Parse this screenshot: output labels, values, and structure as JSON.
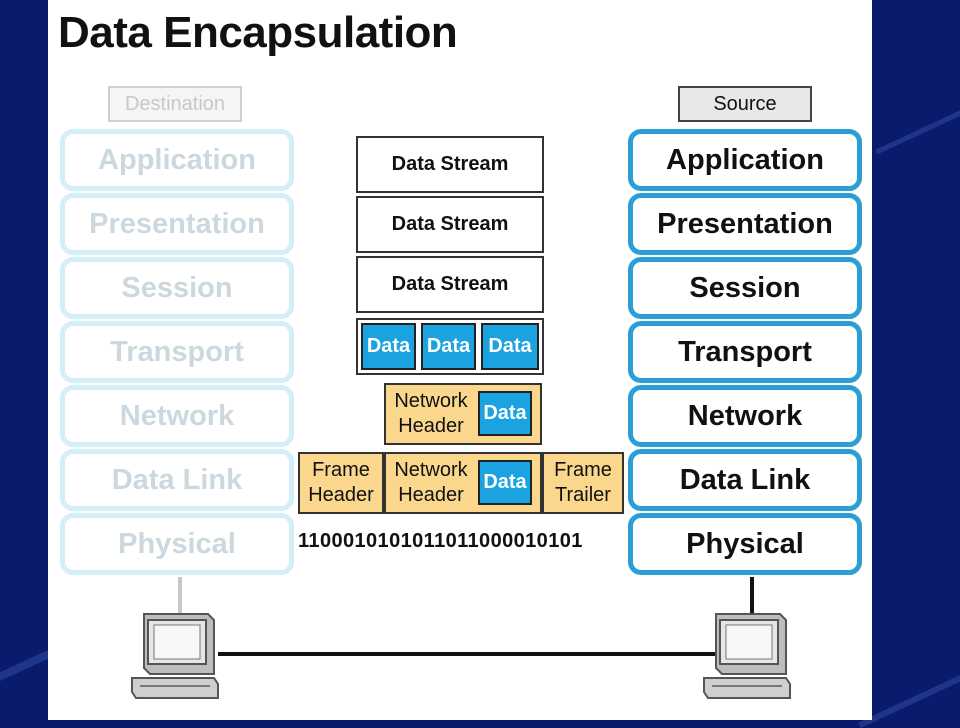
{
  "title": "Data Encapsulation",
  "destination": {
    "label": "Destination",
    "layers": [
      "Application",
      "Presentation",
      "Session",
      "Transport",
      "Network",
      "Data Link",
      "Physical"
    ]
  },
  "source": {
    "label": "Source",
    "layers": [
      "Application",
      "Presentation",
      "Session",
      "Transport",
      "Network",
      "Data Link",
      "Physical"
    ]
  },
  "pdus": {
    "stream": [
      "Data Stream",
      "Data Stream",
      "Data Stream"
    ],
    "segments": [
      "Data",
      "Data",
      "Data"
    ],
    "packet": {
      "header": "Network Header",
      "data": "Data"
    },
    "frame": {
      "frame_header": "Frame Header",
      "network_header": "Network Header",
      "data": "Data",
      "trailer": "Frame Trailer"
    },
    "bits": "1100010101011011000010101"
  },
  "colors": {
    "layer_border": "#2a9fd6",
    "layer_border_faded": "#d3eef9",
    "data_fill": "#1aa3e0",
    "header_fill": "#fbd78d",
    "background": "#0b1b6b"
  },
  "icons": {
    "destination_pc": "computer-icon",
    "source_pc": "computer-icon"
  }
}
